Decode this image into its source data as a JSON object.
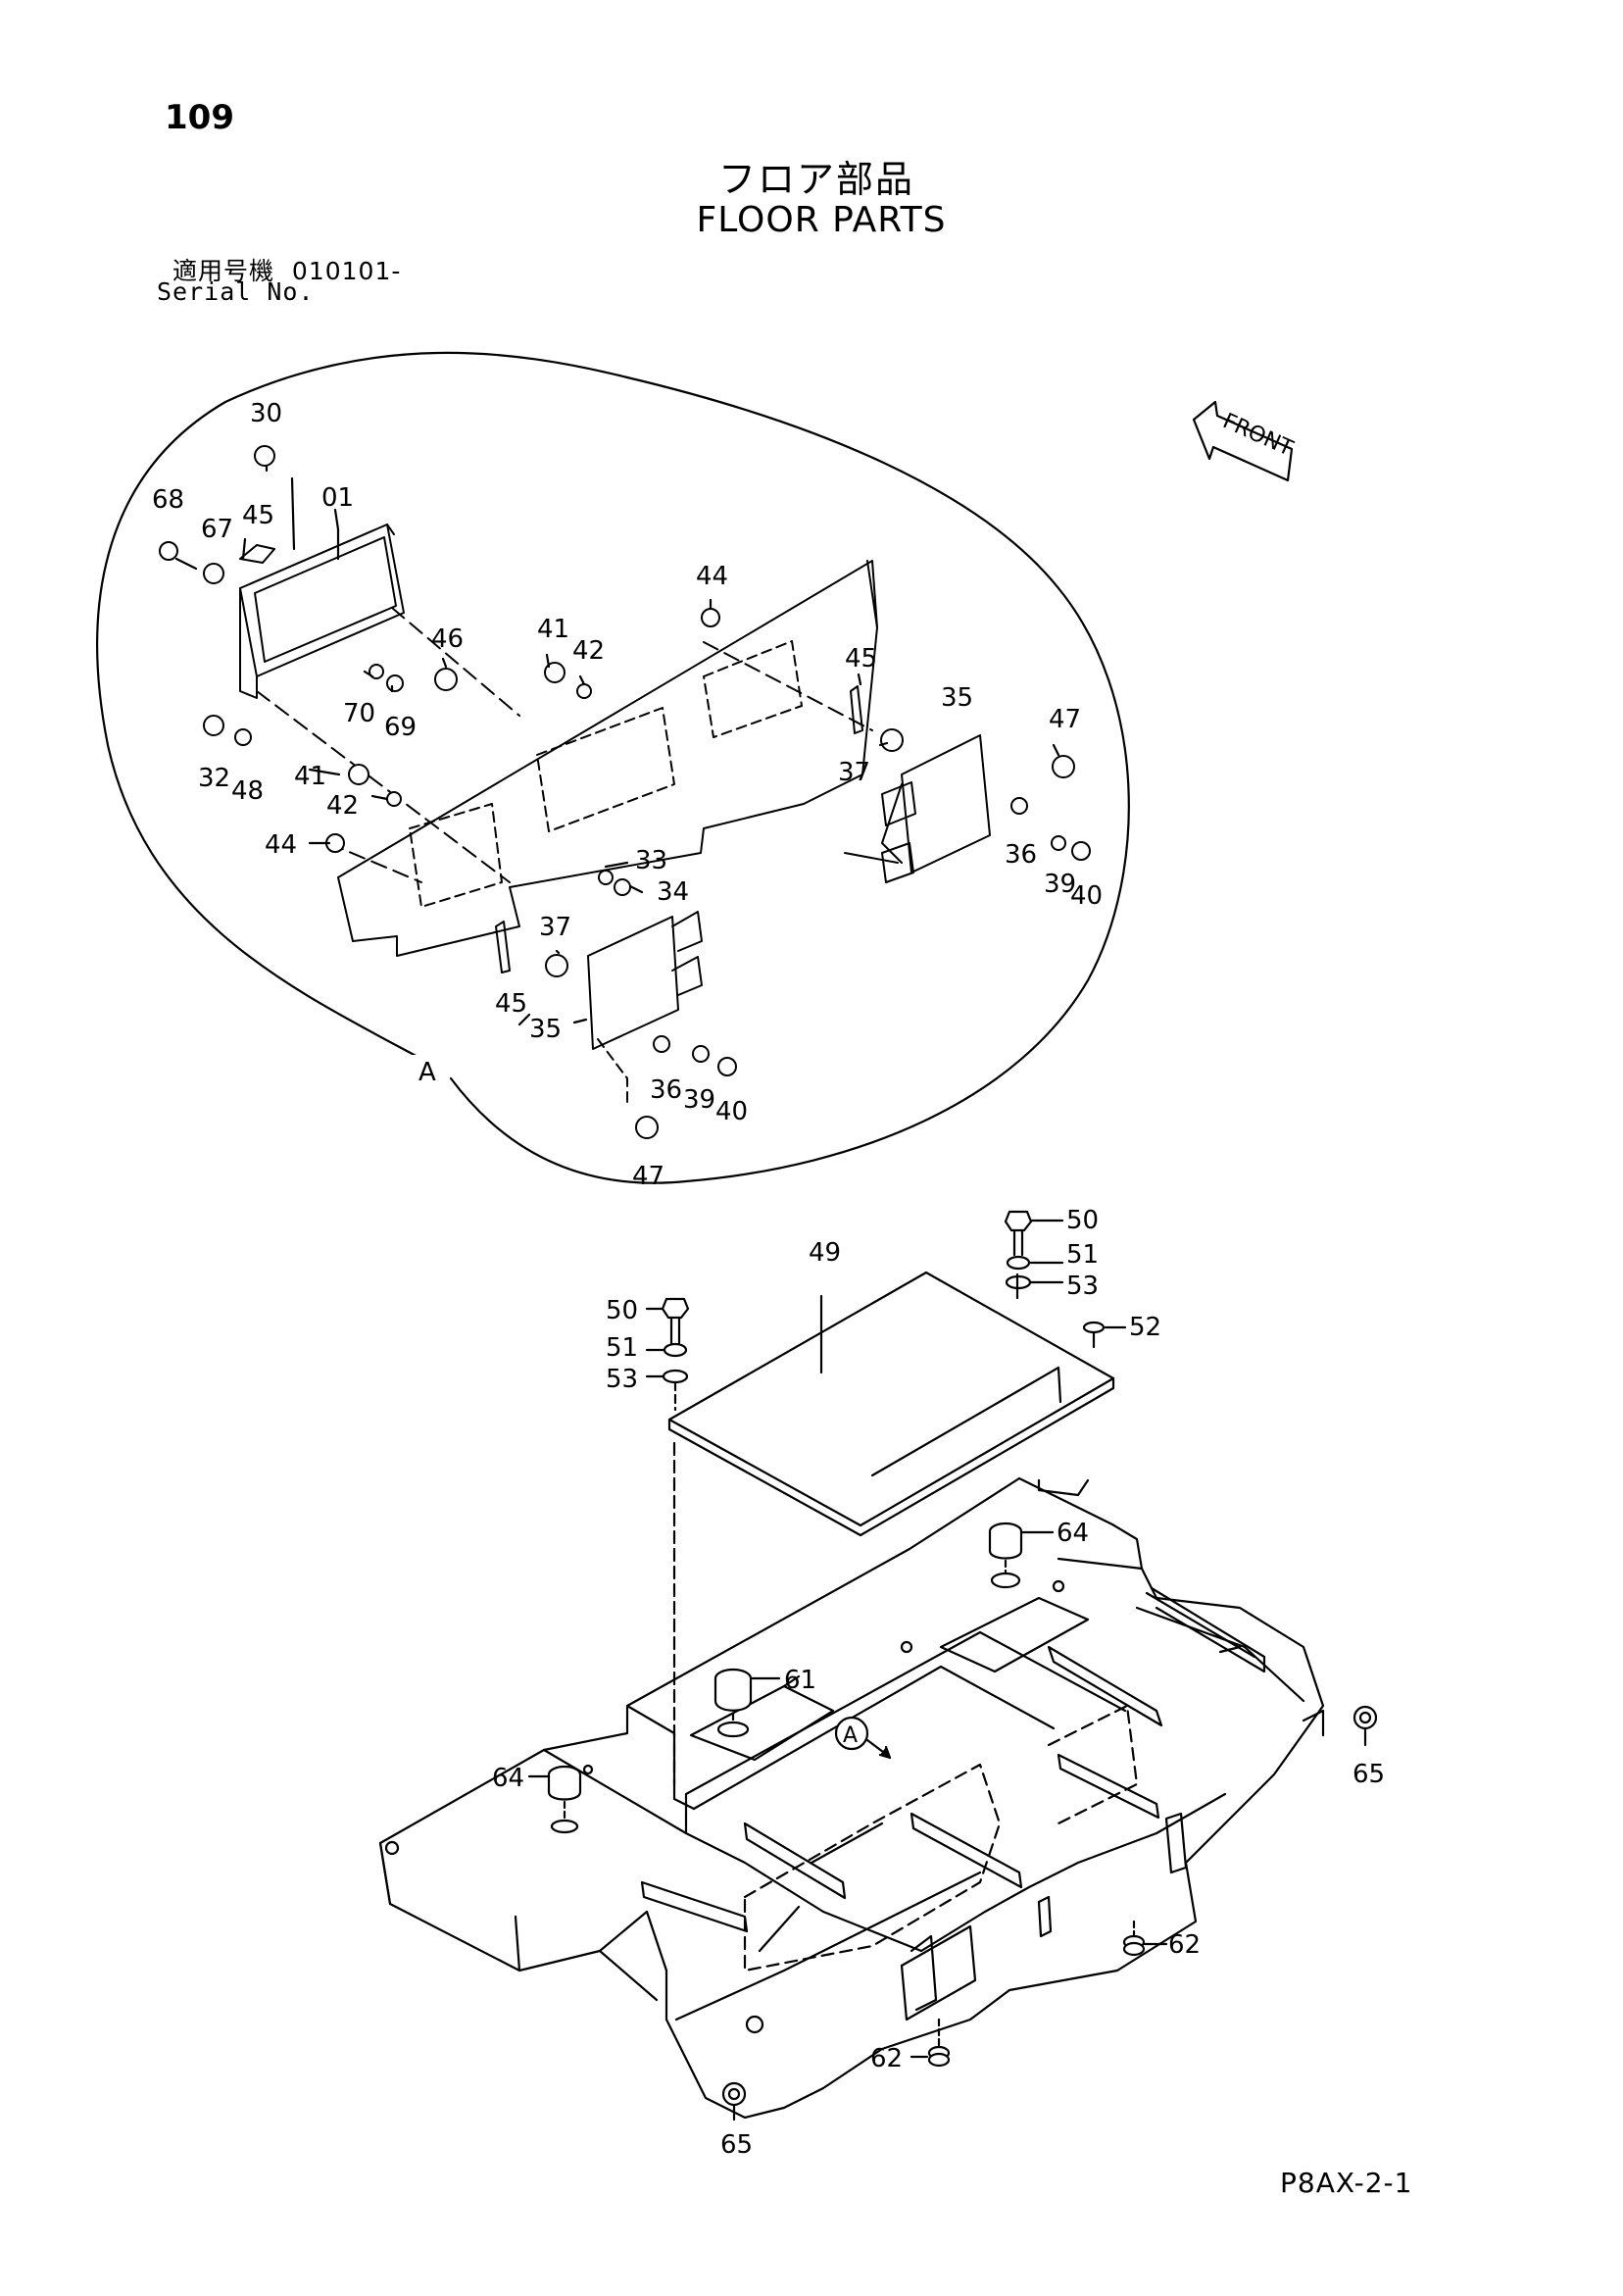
{
  "header": {
    "page_number": "109",
    "title_jp": "フロア部品",
    "title_en": "FLOOR PARTS",
    "serial_label_jp": "適用号機",
    "serial_value": "010101-",
    "serial_label_en": "Serial No."
  },
  "front_arrow": {
    "label": "FRONT"
  },
  "detail": {
    "label": "A",
    "callout": "A"
  },
  "footer": {
    "code": "P8AX-2-1"
  },
  "callouts": {
    "c30": "30",
    "c01": "01",
    "c68": "68",
    "c67": "67",
    "c45a": "45",
    "c46": "46",
    "c70": "70",
    "c69": "69",
    "c32": "32",
    "c48": "48",
    "c41a": "41",
    "c42a": "42",
    "c44a": "44",
    "c41b": "41",
    "c42b": "42",
    "c44b": "44",
    "c33": "33",
    "c34": "34",
    "c45b": "45",
    "c35a": "35",
    "c37a": "37",
    "c47a": "47",
    "c36a": "36",
    "c39a": "39",
    "c40a": "40",
    "c37b": "37",
    "c45c": "45",
    "c35b": "35",
    "c36b": "36",
    "c39b": "39",
    "c40b": "40",
    "c47b": "47",
    "c49": "49",
    "c50a": "50",
    "c51a": "51",
    "c53a": "53",
    "c52": "52",
    "c50b": "50",
    "c51b": "51",
    "c53b": "53",
    "c64a": "64",
    "c61": "61",
    "c64b": "64",
    "c65a": "65",
    "c62a": "62",
    "c62b": "62",
    "c65b": "65"
  }
}
